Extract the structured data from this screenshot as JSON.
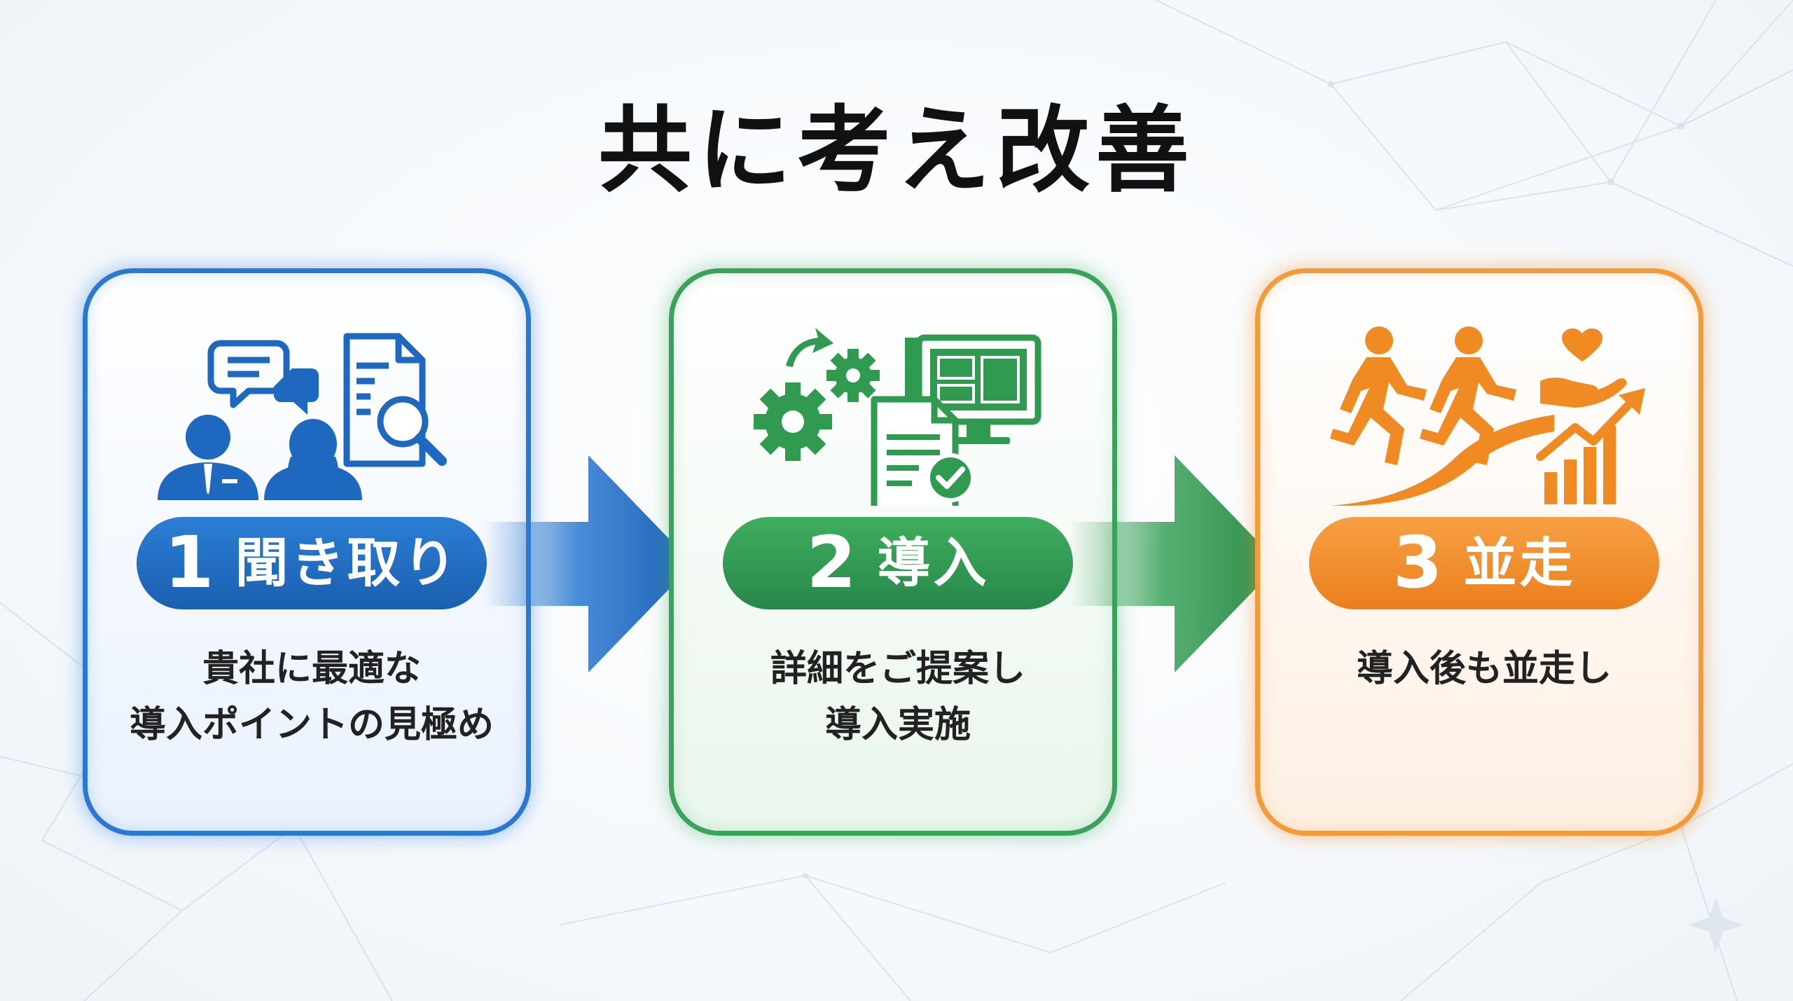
{
  "title": "共に考え改善",
  "steps": [
    {
      "number": "1",
      "label": "聞き取り",
      "description_lines": [
        "貴社に最適な",
        "導入ポイントの見極め"
      ],
      "color": "#1f68c0",
      "icons": [
        "chat-bubbles-icon",
        "businessman-icon",
        "businesswoman-icon",
        "document-magnifier-icon"
      ]
    },
    {
      "number": "2",
      "label": "導入",
      "description_lines": [
        "詳細をご提案し",
        "導入実施"
      ],
      "color": "#2f9a50",
      "icons": [
        "gears-icon",
        "monitor-blueprint-icon",
        "approved-document-icon"
      ]
    },
    {
      "number": "3",
      "label": "並走",
      "description_lines": [
        "導入後も並走し"
      ],
      "color": "#f08a22",
      "icons": [
        "running-people-icon",
        "hand-heart-icon",
        "growth-chart-icon"
      ]
    }
  ]
}
